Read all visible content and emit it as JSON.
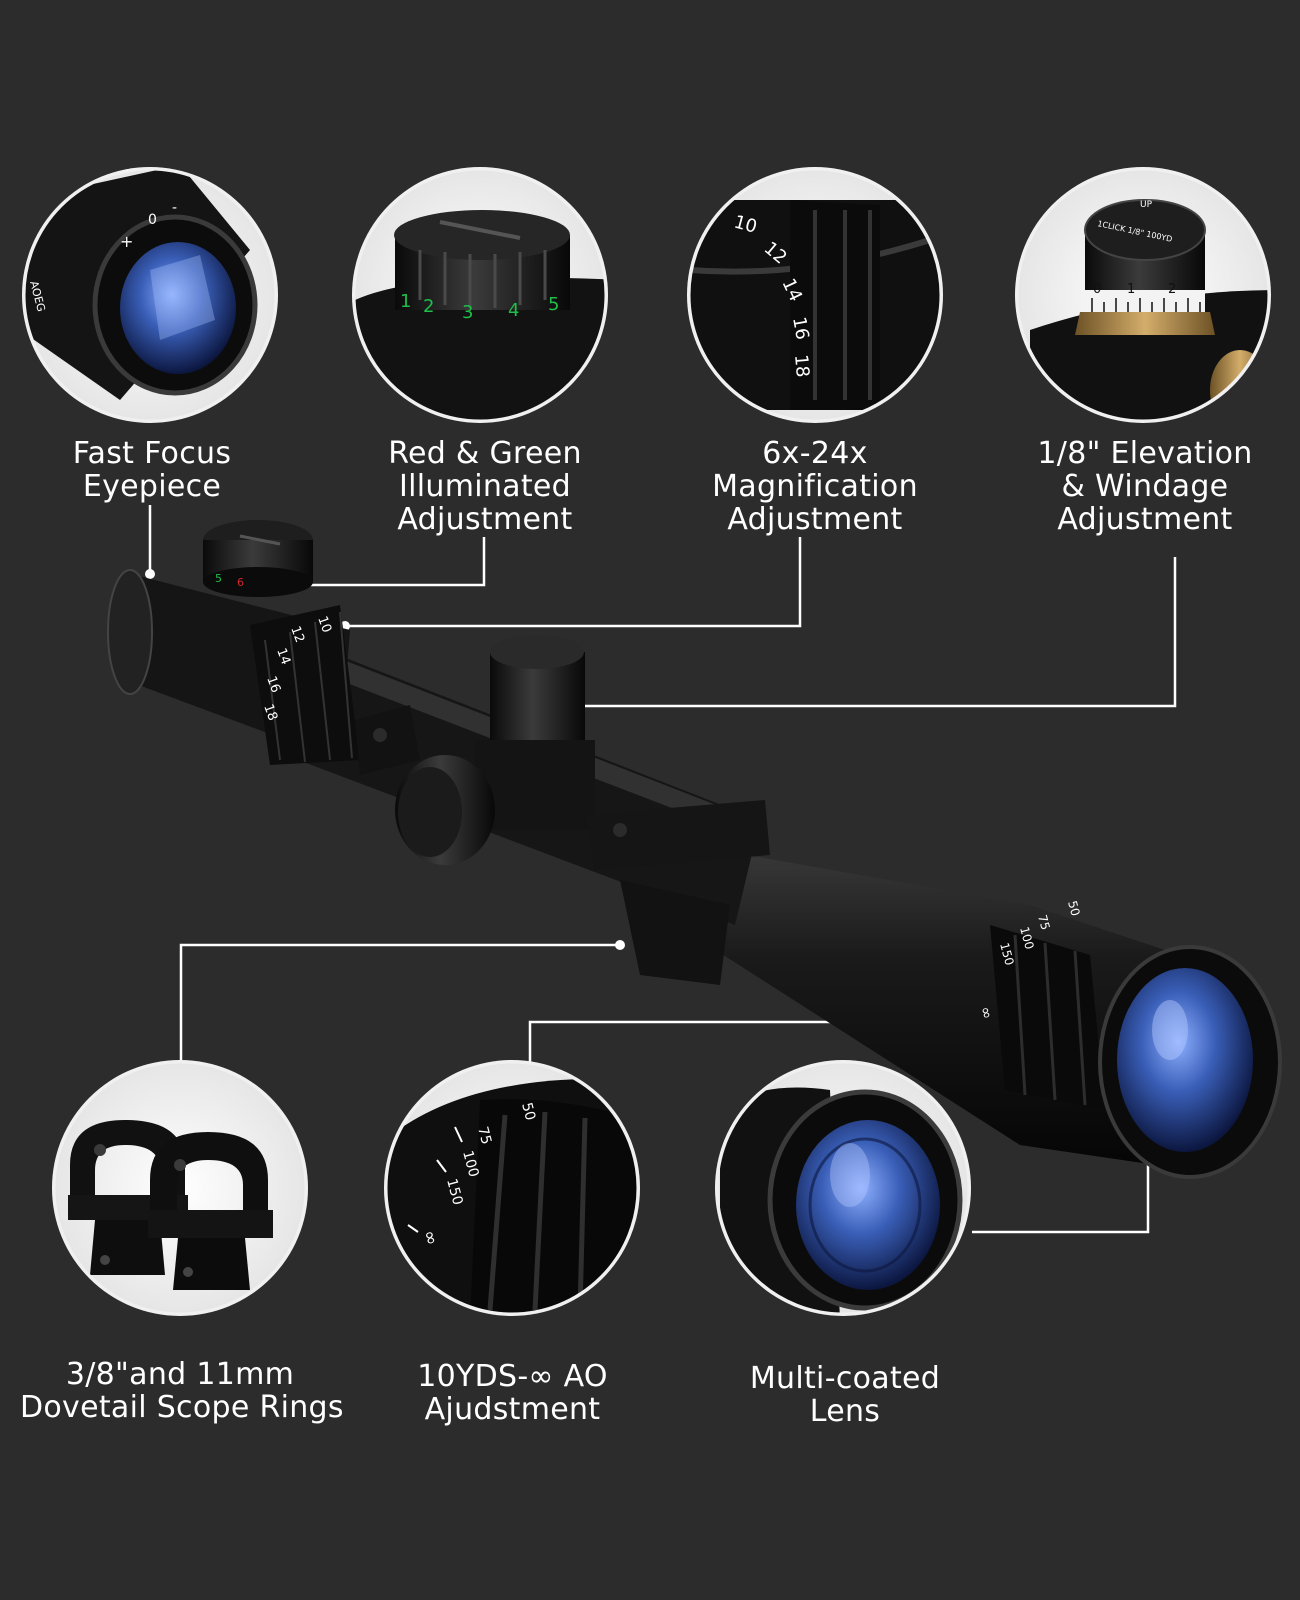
{
  "colors": {
    "background": "#2c2c2c",
    "circle_ring": "#f2f2f2",
    "leader_line": "#ffffff",
    "lens_blue": "#3a5fb8",
    "scope_black": "#111111",
    "green_marking": "#1fbf4a",
    "red_marking": "#d02a2a",
    "brass": "#b08a4a"
  },
  "features": [
    {
      "icon": "eyepiece-closeup-icon",
      "lines": [
        "Fast Focus",
        "Eyepiece"
      ],
      "markings": [
        "AOEG",
        "+",
        "0",
        "-"
      ]
    },
    {
      "icon": "illumination-knob-closeup-icon",
      "lines": [
        "Red & Green",
        "Illuminated",
        "Adjustment"
      ],
      "markings": [
        "1",
        "2",
        "3",
        "4",
        "5"
      ]
    },
    {
      "icon": "magnification-ring-closeup-icon",
      "lines": [
        "6x-24x",
        "Magnification",
        "Adjustment"
      ],
      "markings": [
        "10",
        "12",
        "14",
        "16",
        "18"
      ]
    },
    {
      "icon": "turret-closeup-icon",
      "lines": [
        "1/8\" Elevation",
        "& Windage",
        "Adjustment"
      ],
      "markings": [
        "UP",
        "1CLICK 1/8\" 100YD",
        "0",
        "1",
        "2"
      ]
    },
    {
      "icon": "scope-rings-closeup-icon",
      "lines": [
        "3/8\"and 11mm",
        "Dovetail Scope Rings"
      ],
      "markings": []
    },
    {
      "icon": "ao-ring-closeup-icon",
      "lines": [
        "10YDS-∞ AO",
        "Ajudstment"
      ],
      "markings": [
        "50",
        "75",
        "100",
        "150",
        "∞"
      ]
    },
    {
      "icon": "objective-lens-closeup-icon",
      "lines": [
        "Multi-coated",
        "Lens"
      ],
      "markings": []
    }
  ],
  "scope": {
    "icon": "rifle-scope-icon",
    "magnification_markings": [
      "10",
      "12",
      "14",
      "16",
      "18"
    ],
    "illumination_markings": [
      "5",
      "6"
    ],
    "ao_markings": [
      "50",
      "75",
      "100",
      "150",
      "∞"
    ]
  }
}
